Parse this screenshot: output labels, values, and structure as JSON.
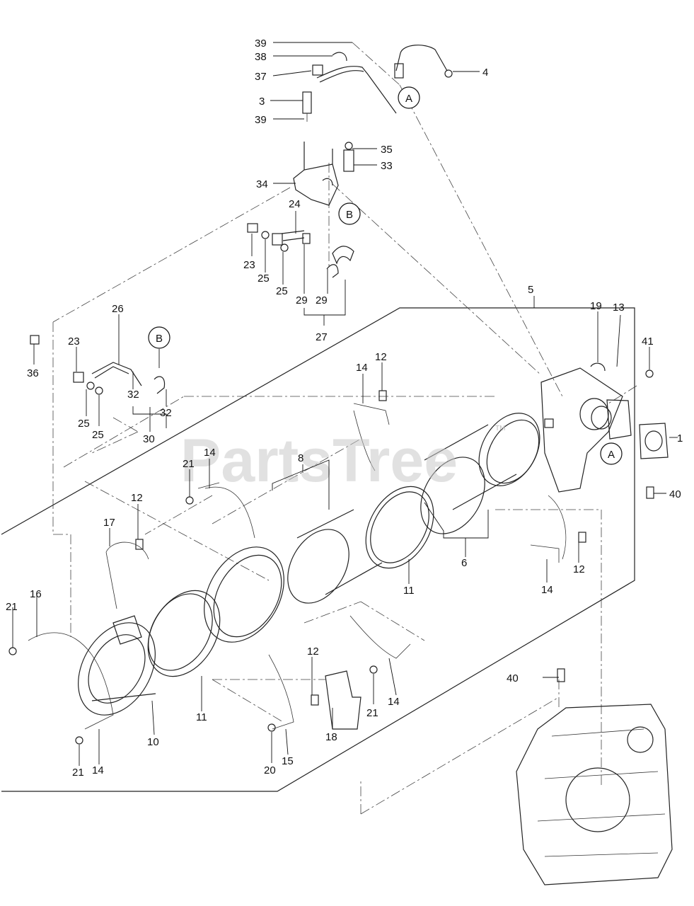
{
  "watermark": {
    "text": "PartsTree",
    "trademark": "TM"
  },
  "refs": {
    "A": "A",
    "B": "B"
  },
  "callouts": {
    "c39a": "39",
    "c38": "38",
    "c37": "37",
    "c3": "3",
    "c39b": "39",
    "c4": "4",
    "c35": "35",
    "c33": "33",
    "c34": "34",
    "c24": "24",
    "c23a": "23",
    "c25a": "25",
    "c25b": "25",
    "c29a": "29",
    "c29b": "29",
    "c27": "27",
    "c5": "5",
    "c19": "19",
    "c13": "13",
    "c41": "41",
    "c36": "36",
    "c23b": "23",
    "c26": "26",
    "c32a": "32",
    "c32b": "32",
    "c25c": "25",
    "c25d": "25",
    "c30": "30",
    "c14a": "14",
    "c12a": "12",
    "c1": "1",
    "c14b": "14",
    "c21a": "21",
    "c8": "8",
    "c40a": "40",
    "c12b": "12",
    "c17": "17",
    "c6": "6",
    "c11a": "11",
    "c12c": "12",
    "c14c": "14",
    "c16": "16",
    "c21b": "21",
    "c12d": "12",
    "c40b": "40",
    "c21c": "21",
    "c14d": "14",
    "c11b": "11",
    "c10": "10",
    "c21d": "21",
    "c14e": "14",
    "c20": "20",
    "c15": "15",
    "c18": "18"
  }
}
